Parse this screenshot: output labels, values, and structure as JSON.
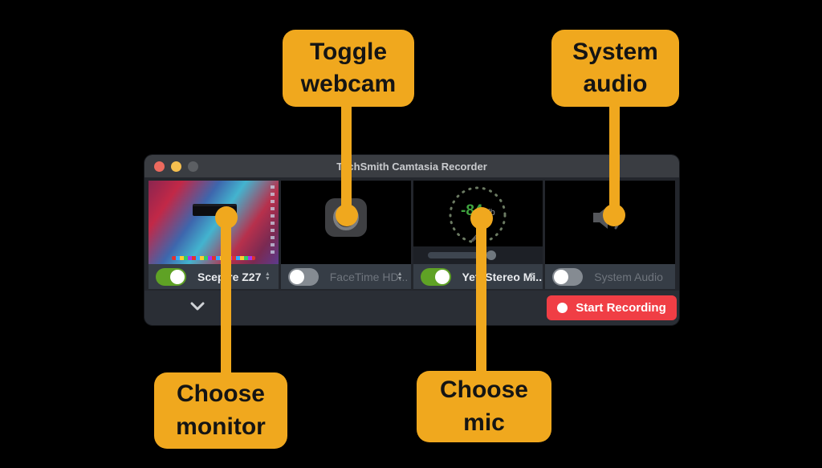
{
  "window": {
    "title": "TechSmith Camtasia Recorder",
    "record_button": "Start Recording",
    "panels": [
      {
        "type": "monitor",
        "label": "Sceptre Z27",
        "toggle": "on",
        "has_stepper": true
      },
      {
        "type": "webcam",
        "label": "FaceTime HD...",
        "toggle": "off",
        "has_stepper": true
      },
      {
        "type": "microphone",
        "label": "Yeti Stereo Mi...",
        "toggle": "on",
        "has_stepper": true,
        "level_db": "-84",
        "level_unit": "db"
      },
      {
        "type": "system-audio",
        "label": "System Audio",
        "toggle": "off",
        "has_stepper": false
      }
    ]
  },
  "callouts": {
    "toggle_webcam": "Toggle webcam",
    "system_audio": "System audio",
    "choose_monitor": "Choose monitor",
    "choose_mic": "Choose mic"
  },
  "colors": {
    "annotation_yellow": "#f0a81e",
    "record_red": "#f03e45",
    "toggle_green": "#5fa225",
    "meter_green": "#3fa33f",
    "titlebar_gray": "#3a3d42",
    "control_row_gray": "#363d46"
  }
}
